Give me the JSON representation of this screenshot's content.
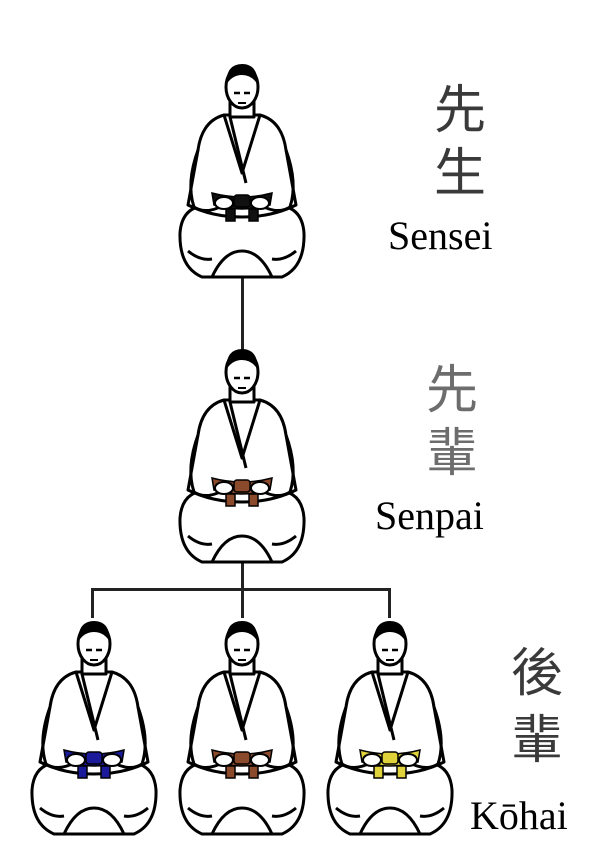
{
  "levels": {
    "sensei": {
      "kanji_1": "先",
      "kanji_2": "生",
      "label": "Sensei",
      "belt_color": "#111111"
    },
    "senpai": {
      "kanji_1": "先",
      "kanji_2": "輩",
      "label": "Senpai",
      "belt_color": "#8b4a2b"
    },
    "kohai": {
      "kanji_1": "後",
      "kanji_2": "輩",
      "label": "Kōhai",
      "belt_colors": [
        "#1a1a9a",
        "#8b4a2b",
        "#e0d23a"
      ]
    }
  }
}
